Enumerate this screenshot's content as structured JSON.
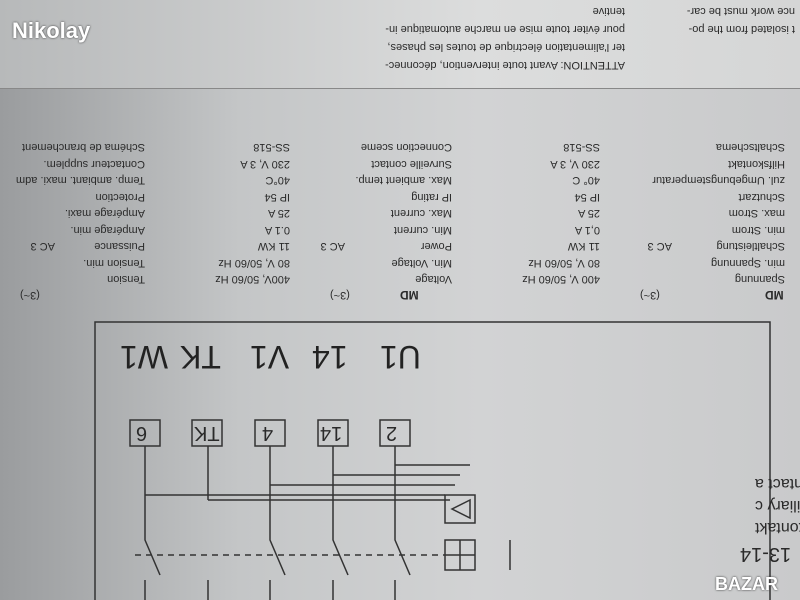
{
  "watermark": {
    "user": "Nikolay",
    "site": "BAZAR"
  },
  "notice": {
    "lines_en": [
      "nce work must be car-",
      "t isolated from the po-"
    ],
    "lines_fr": [
      "ATTENTION: Avant toute intervention, déconnec-",
      "ter l'alimentation électrique de toutes les phases,",
      "pour éviter toute mise en marche automatique in-",
      "tentive"
    ]
  },
  "specs": {
    "header": {
      "de_model": "MD",
      "de_phase": "(3~)",
      "en_model": "MD",
      "en_phase": "(3~)",
      "fr_phase": "(3~)"
    },
    "rows": [
      {
        "de": "Spannung",
        "de_val": "400 V, 50/60 Hz",
        "en": "Voltage",
        "en_val": "400V, 50/60 Hz",
        "fr": "Tension"
      },
      {
        "de": "min. Spannung",
        "de_val": "80 V, 50/60 Hz",
        "en": "Min. Voltage",
        "en_val": "80 V, 50/60 Hz",
        "fr": "Tension min."
      },
      {
        "de": "Schaltleistung",
        "de_ac": "AC 3",
        "de_val": "11 KW",
        "en": "Power",
        "en_ac": "AC 3",
        "en_val": "11 KW",
        "fr": "Puissance",
        "fr_ac": "AC 3"
      },
      {
        "de": "min. Strom",
        "de_val": "0,1 A",
        "en": "Min. current",
        "en_val": "0.1 A",
        "fr": "Ampérage min."
      },
      {
        "de": "max. Strom",
        "de_val": "25 A",
        "en": "Max. current",
        "en_val": "25 A",
        "fr": "Ampérage maxi."
      },
      {
        "de": "Schutzart",
        "de_val": "IP 54",
        "en": "IP rating",
        "en_val": "IP 54",
        "fr": "Protection"
      },
      {
        "de": "zul. Umgebungstemperatur",
        "de_val": "40° C",
        "en": "Max. ambient temp.",
        "en_val": "40°C",
        "fr": "Temp. ambiant. maxi. adm"
      },
      {
        "de": "Hilfskontakt",
        "de_val": "230 V, 3 A",
        "en": "Surveille contact",
        "en_val": "230 V, 3 A",
        "fr": "Contacteur supplem."
      },
      {
        "de": "Schaltschema",
        "de_val": "SS-518",
        "en": "Connection sceme",
        "en_val": "SS-518",
        "fr": "Schéma de branchement"
      }
    ]
  },
  "diagram": {
    "terminals": [
      "2",
      "14",
      "4",
      "TK",
      "6"
    ],
    "labels": [
      "U1",
      "14",
      "V1",
      "TK",
      "W1"
    ],
    "aux": [
      "13-14",
      "Hilfskontakt",
      "Auxiliary c",
      "Contact a"
    ]
  }
}
